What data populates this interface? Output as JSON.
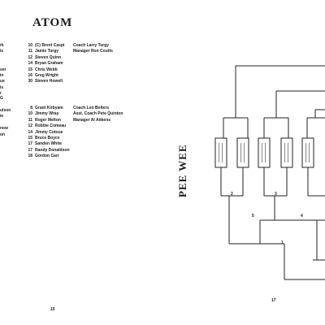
{
  "left_page": {
    "title": "ATOM",
    "cut_top": [
      "rk",
      "is",
      "",
      "",
      "ser",
      "in",
      "ux",
      "is",
      "r"
    ],
    "section1_players": [
      {
        "no": "10",
        "name": "(C) Brent Caspi"
      },
      {
        "no": "11",
        "name": "Jamie Turgy"
      },
      {
        "no": "12",
        "name": "Steven Quinn"
      },
      {
        "no": "14",
        "name": "Bryan Graham"
      },
      {
        "no": "15",
        "name": "Chris Webb"
      },
      {
        "no": "16",
        "name": "Greg Wright"
      },
      {
        "no": "30",
        "name": "Steven Howell"
      }
    ],
    "section1_staff": [
      "Coach Larry Turgy",
      "Manager Ron Coutts"
    ],
    "cut_mid": [
      "G"
    ],
    "cut_bottom": [
      "ulson",
      "ie",
      "",
      "now",
      "on",
      "",
      "",
      "",
      ""
    ],
    "section2_players": [
      {
        "no": "8",
        "name": "Grant Kirbyam"
      },
      {
        "no": "10",
        "name": "Jimmy Wray"
      },
      {
        "no": "11",
        "name": "Roger Melton"
      },
      {
        "no": "12",
        "name": "Robbie Comeau"
      },
      {
        "no": "14",
        "name": "Jimmy Cotoue"
      },
      {
        "no": "15",
        "name": "Bruce Boyce"
      },
      {
        "no": "17",
        "name": "Sanden White"
      },
      {
        "no": "17",
        "name": "Randy Donaldson"
      },
      {
        "no": "18",
        "name": "Gordon Carr"
      }
    ],
    "section2_staff": [
      "Coach Leo Bolters",
      "Asst. Coach Pete Quinton",
      "Manager Al Aitkens"
    ],
    "page_number": "15"
  },
  "right_page": {
    "vertical_title": "PEE WEE",
    "bracket_numbers": [
      "2",
      "3",
      "5",
      "4",
      "1"
    ],
    "page_number": "17"
  }
}
